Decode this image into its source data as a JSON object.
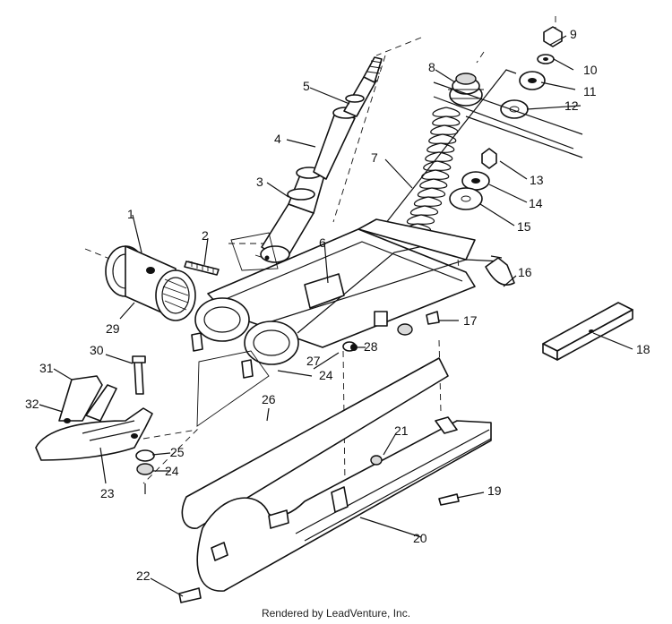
{
  "footer": {
    "rendered_by": "Rendered by LeadVenture, Inc."
  },
  "callouts": [
    {
      "id": "1",
      "text": "1"
    },
    {
      "id": "2",
      "text": "2"
    },
    {
      "id": "3",
      "text": "3"
    },
    {
      "id": "4",
      "text": "4"
    },
    {
      "id": "5",
      "text": "5"
    },
    {
      "id": "6",
      "text": "6"
    },
    {
      "id": "7",
      "text": "7"
    },
    {
      "id": "8",
      "text": "8"
    },
    {
      "id": "9",
      "text": "9"
    },
    {
      "id": "10",
      "text": "10"
    },
    {
      "id": "11",
      "text": "11"
    },
    {
      "id": "12",
      "text": "12"
    },
    {
      "id": "13",
      "text": "13"
    },
    {
      "id": "14",
      "text": "14"
    },
    {
      "id": "15",
      "text": "15"
    },
    {
      "id": "16",
      "text": "16"
    },
    {
      "id": "17",
      "text": "17"
    },
    {
      "id": "18",
      "text": "18"
    },
    {
      "id": "19",
      "text": "19"
    },
    {
      "id": "20",
      "text": "20"
    },
    {
      "id": "21",
      "text": "21"
    },
    {
      "id": "22",
      "text": "22"
    },
    {
      "id": "23",
      "text": "23"
    },
    {
      "id": "24a",
      "text": "24"
    },
    {
      "id": "24b",
      "text": "24"
    },
    {
      "id": "25",
      "text": "25"
    },
    {
      "id": "26",
      "text": "26"
    },
    {
      "id": "27",
      "text": "27"
    },
    {
      "id": "28",
      "text": "28"
    },
    {
      "id": "29",
      "text": "29"
    },
    {
      "id": "30",
      "text": "30"
    },
    {
      "id": "31",
      "text": "31"
    },
    {
      "id": "32",
      "text": "32"
    }
  ]
}
